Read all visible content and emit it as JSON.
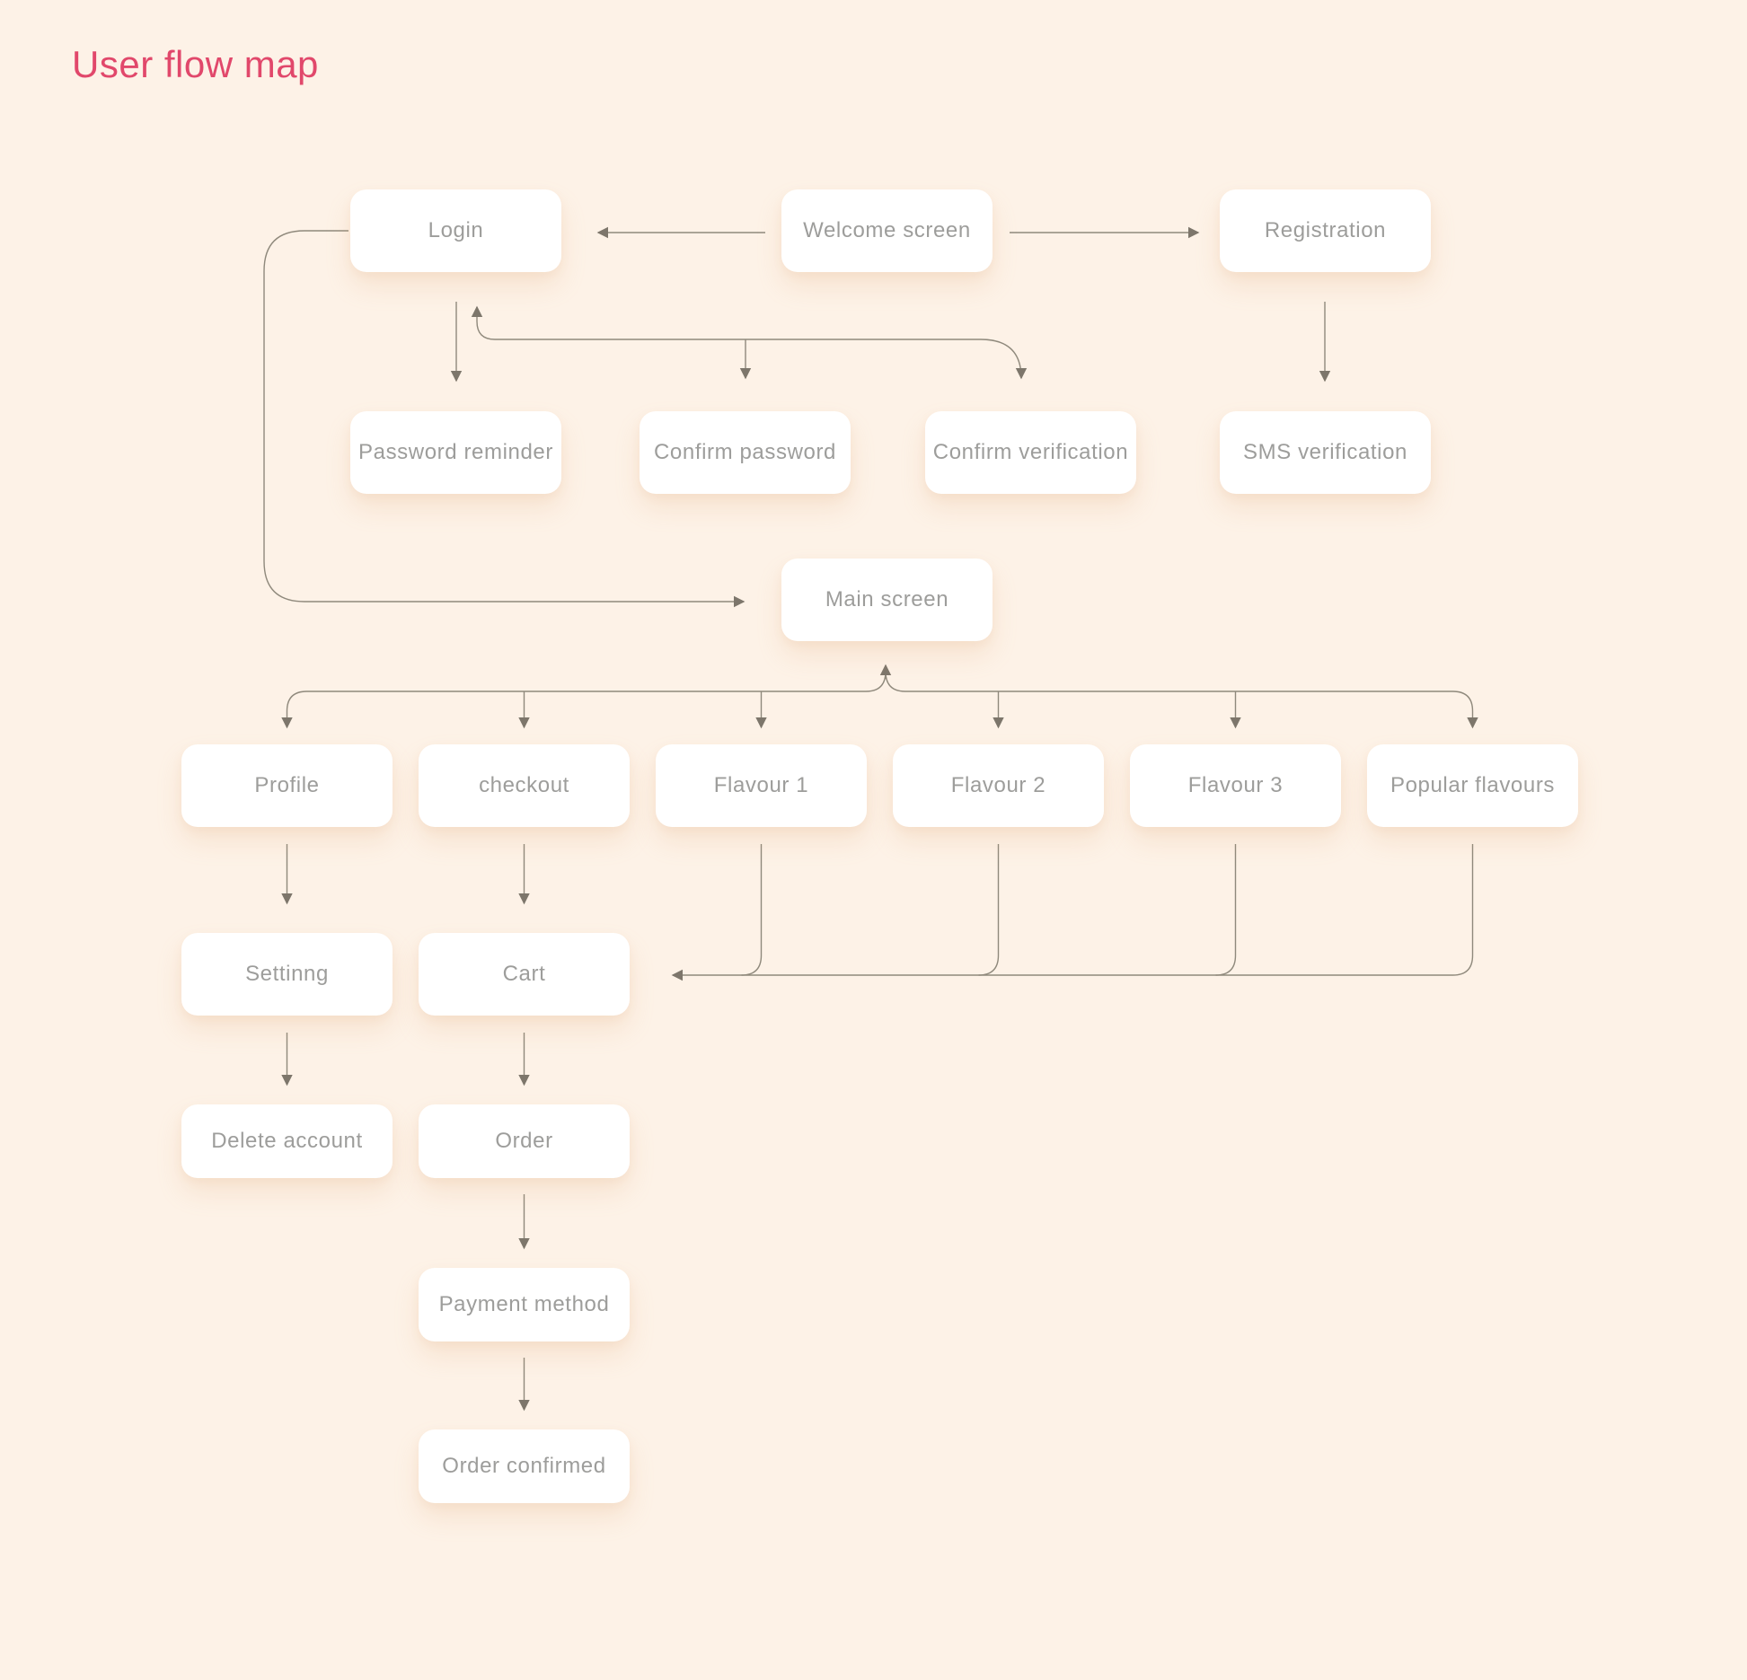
{
  "title": "User flow map",
  "colors": {
    "background": "#fdf2e7",
    "node_fill": "#ffffff",
    "node_text": "#9d9d9b",
    "connector": "#8f897c",
    "arrowhead": "#7d766b",
    "title": "#e1486b"
  },
  "nodes": {
    "login": {
      "label": "Login"
    },
    "welcome": {
      "label": "Welcome screen"
    },
    "registration": {
      "label": "Registration"
    },
    "password_reminder": {
      "label": "Password reminder"
    },
    "confirm_password": {
      "label": "Confirm password"
    },
    "confirm_verification": {
      "label": "Confirm verification"
    },
    "sms_verification": {
      "label": "SMS verification"
    },
    "main_screen": {
      "label": "Main screen"
    },
    "profile": {
      "label": "Profile"
    },
    "checkout": {
      "label": "checkout"
    },
    "flavour1": {
      "label": "Flavour 1"
    },
    "flavour2": {
      "label": "Flavour 2"
    },
    "flavour3": {
      "label": "Flavour 3"
    },
    "popular_flavours": {
      "label": "Popular flavours"
    },
    "setting": {
      "label": "Settinng"
    },
    "cart": {
      "label": "Cart"
    },
    "delete_account": {
      "label": "Delete account"
    },
    "order": {
      "label": "Order"
    },
    "payment_method": {
      "label": "Payment method"
    },
    "order_confirmed": {
      "label": "Order confirmed"
    }
  },
  "connections": [
    {
      "from": "welcome",
      "to": "login"
    },
    {
      "from": "welcome",
      "to": "registration"
    },
    {
      "from": "login",
      "to": "password_reminder"
    },
    {
      "from": "registration",
      "to": "sms_verification"
    },
    {
      "from": "shared_return_line",
      "to": "login"
    },
    {
      "from": "shared_return_line",
      "to": "confirm_password"
    },
    {
      "from": "shared_return_line",
      "to": "confirm_verification"
    },
    {
      "from": "login",
      "to": "main_screen"
    },
    {
      "from": "main_screen",
      "to": "profile"
    },
    {
      "from": "main_screen",
      "to": "checkout"
    },
    {
      "from": "main_screen",
      "to": "flavour1"
    },
    {
      "from": "main_screen",
      "to": "flavour2"
    },
    {
      "from": "main_screen",
      "to": "flavour3"
    },
    {
      "from": "main_screen",
      "to": "popular_flavours"
    },
    {
      "from": "branch_fan",
      "to": "main_screen"
    },
    {
      "from": "profile",
      "to": "setting"
    },
    {
      "from": "checkout",
      "to": "cart"
    },
    {
      "from": "flavour1",
      "to": "cart"
    },
    {
      "from": "flavour2",
      "to": "cart"
    },
    {
      "from": "flavour3",
      "to": "cart"
    },
    {
      "from": "popular_flavours",
      "to": "cart"
    },
    {
      "from": "setting",
      "to": "delete_account"
    },
    {
      "from": "cart",
      "to": "order"
    },
    {
      "from": "order",
      "to": "payment_method"
    },
    {
      "from": "payment_method",
      "to": "order_confirmed"
    }
  ]
}
